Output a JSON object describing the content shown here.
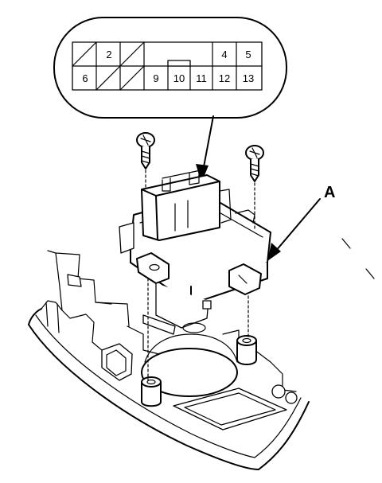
{
  "connector_view": {
    "pins_top_row": [
      "2",
      "4",
      "5"
    ],
    "pins_bottom_row": [
      "6",
      "9",
      "10",
      "11",
      "12",
      "13"
    ]
  },
  "callout": {
    "label": "A"
  },
  "colors": {
    "line": "#000000",
    "background": "#ffffff"
  }
}
